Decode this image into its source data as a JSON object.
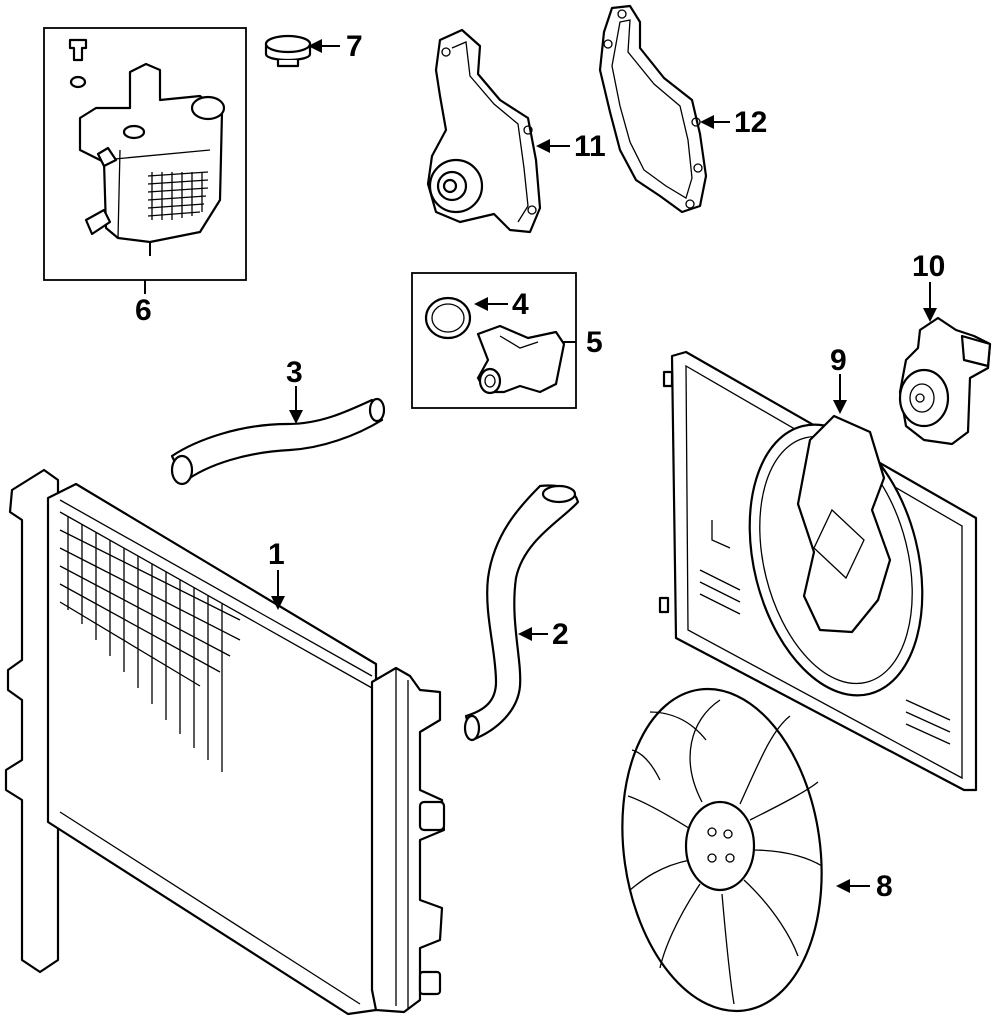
{
  "colors": {
    "line": "#000000",
    "background": "#ffffff"
  },
  "callouts": [
    {
      "id": 1,
      "label": "1",
      "part": "radiator"
    },
    {
      "id": 2,
      "label": "2",
      "part": "lower-radiator-hose"
    },
    {
      "id": 3,
      "label": "3",
      "part": "upper-radiator-hose"
    },
    {
      "id": 4,
      "label": "4",
      "part": "thermostat-gasket"
    },
    {
      "id": 5,
      "label": "5",
      "part": "thermostat-housing-assembly"
    },
    {
      "id": 6,
      "label": "6",
      "part": "coolant-reservoir-assembly"
    },
    {
      "id": 7,
      "label": "7",
      "part": "reservoir-cap"
    },
    {
      "id": 8,
      "label": "8",
      "part": "fan-blade"
    },
    {
      "id": 9,
      "label": "9",
      "part": "fan-shroud"
    },
    {
      "id": 10,
      "label": "10",
      "part": "fan-motor"
    },
    {
      "id": 11,
      "label": "11",
      "part": "water-pump"
    },
    {
      "id": 12,
      "label": "12",
      "part": "water-pump-gasket"
    }
  ]
}
